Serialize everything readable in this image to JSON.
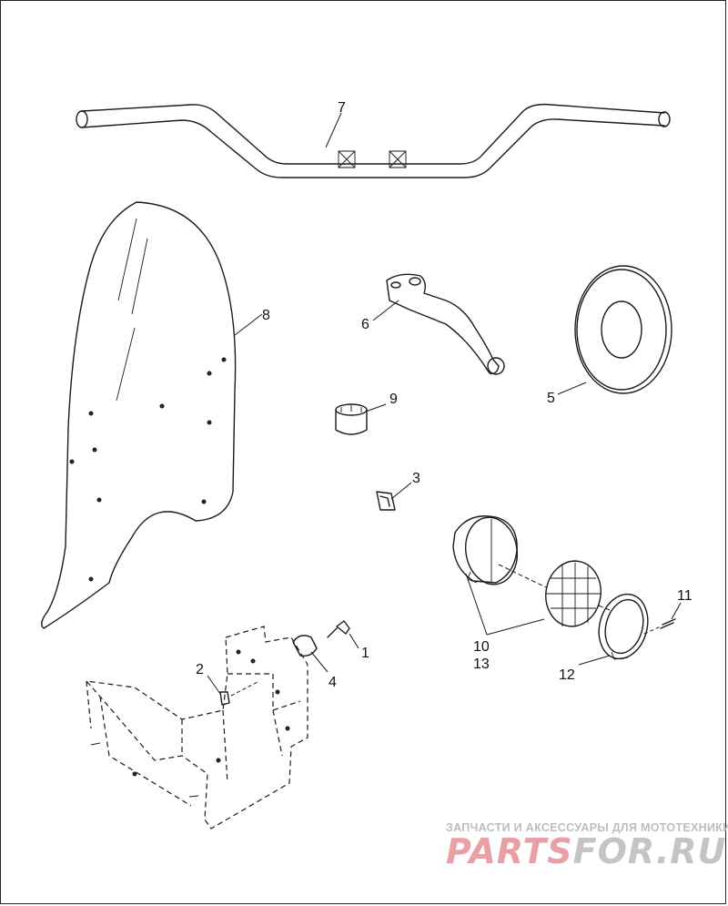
{
  "callouts": [
    "7",
    "8",
    "6",
    "5",
    "9",
    "3",
    "10",
    "13",
    "11",
    "12",
    "1",
    "2",
    "4"
  ],
  "watermark": {
    "subtitle": "ЗАПЧАСТИ И АКСЕССУАРЫ ДЛЯ МОТОТЕХНИКИ",
    "brand_a": "PARTS",
    "brand_b": "FOR.RU",
    "color_a": "#e8a0a4",
    "color_b": "#c4c4c4"
  }
}
